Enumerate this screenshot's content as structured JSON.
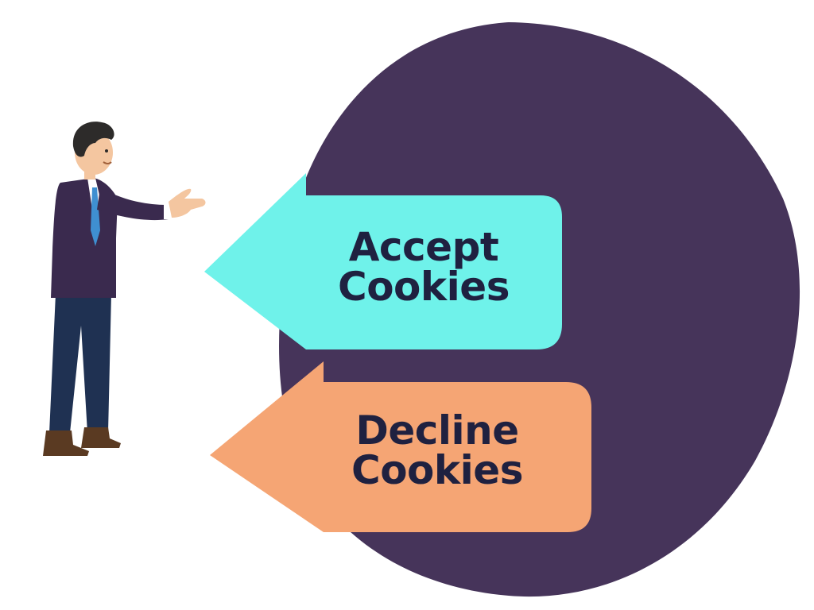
{
  "colors": {
    "background": "#ffffff",
    "blob": "#46345a",
    "accept_fill": "#6ff2ea",
    "decline_fill": "#f5a574",
    "label_text": "#1f2140"
  },
  "accept_button": {
    "line1": "Accept",
    "line2": "Cookies",
    "icon": "left-arrow-shape"
  },
  "decline_button": {
    "line1": "Decline",
    "line2": "Cookies",
    "icon": "left-arrow-shape"
  },
  "figure": {
    "icon": "businessman-gesturing-icon"
  }
}
